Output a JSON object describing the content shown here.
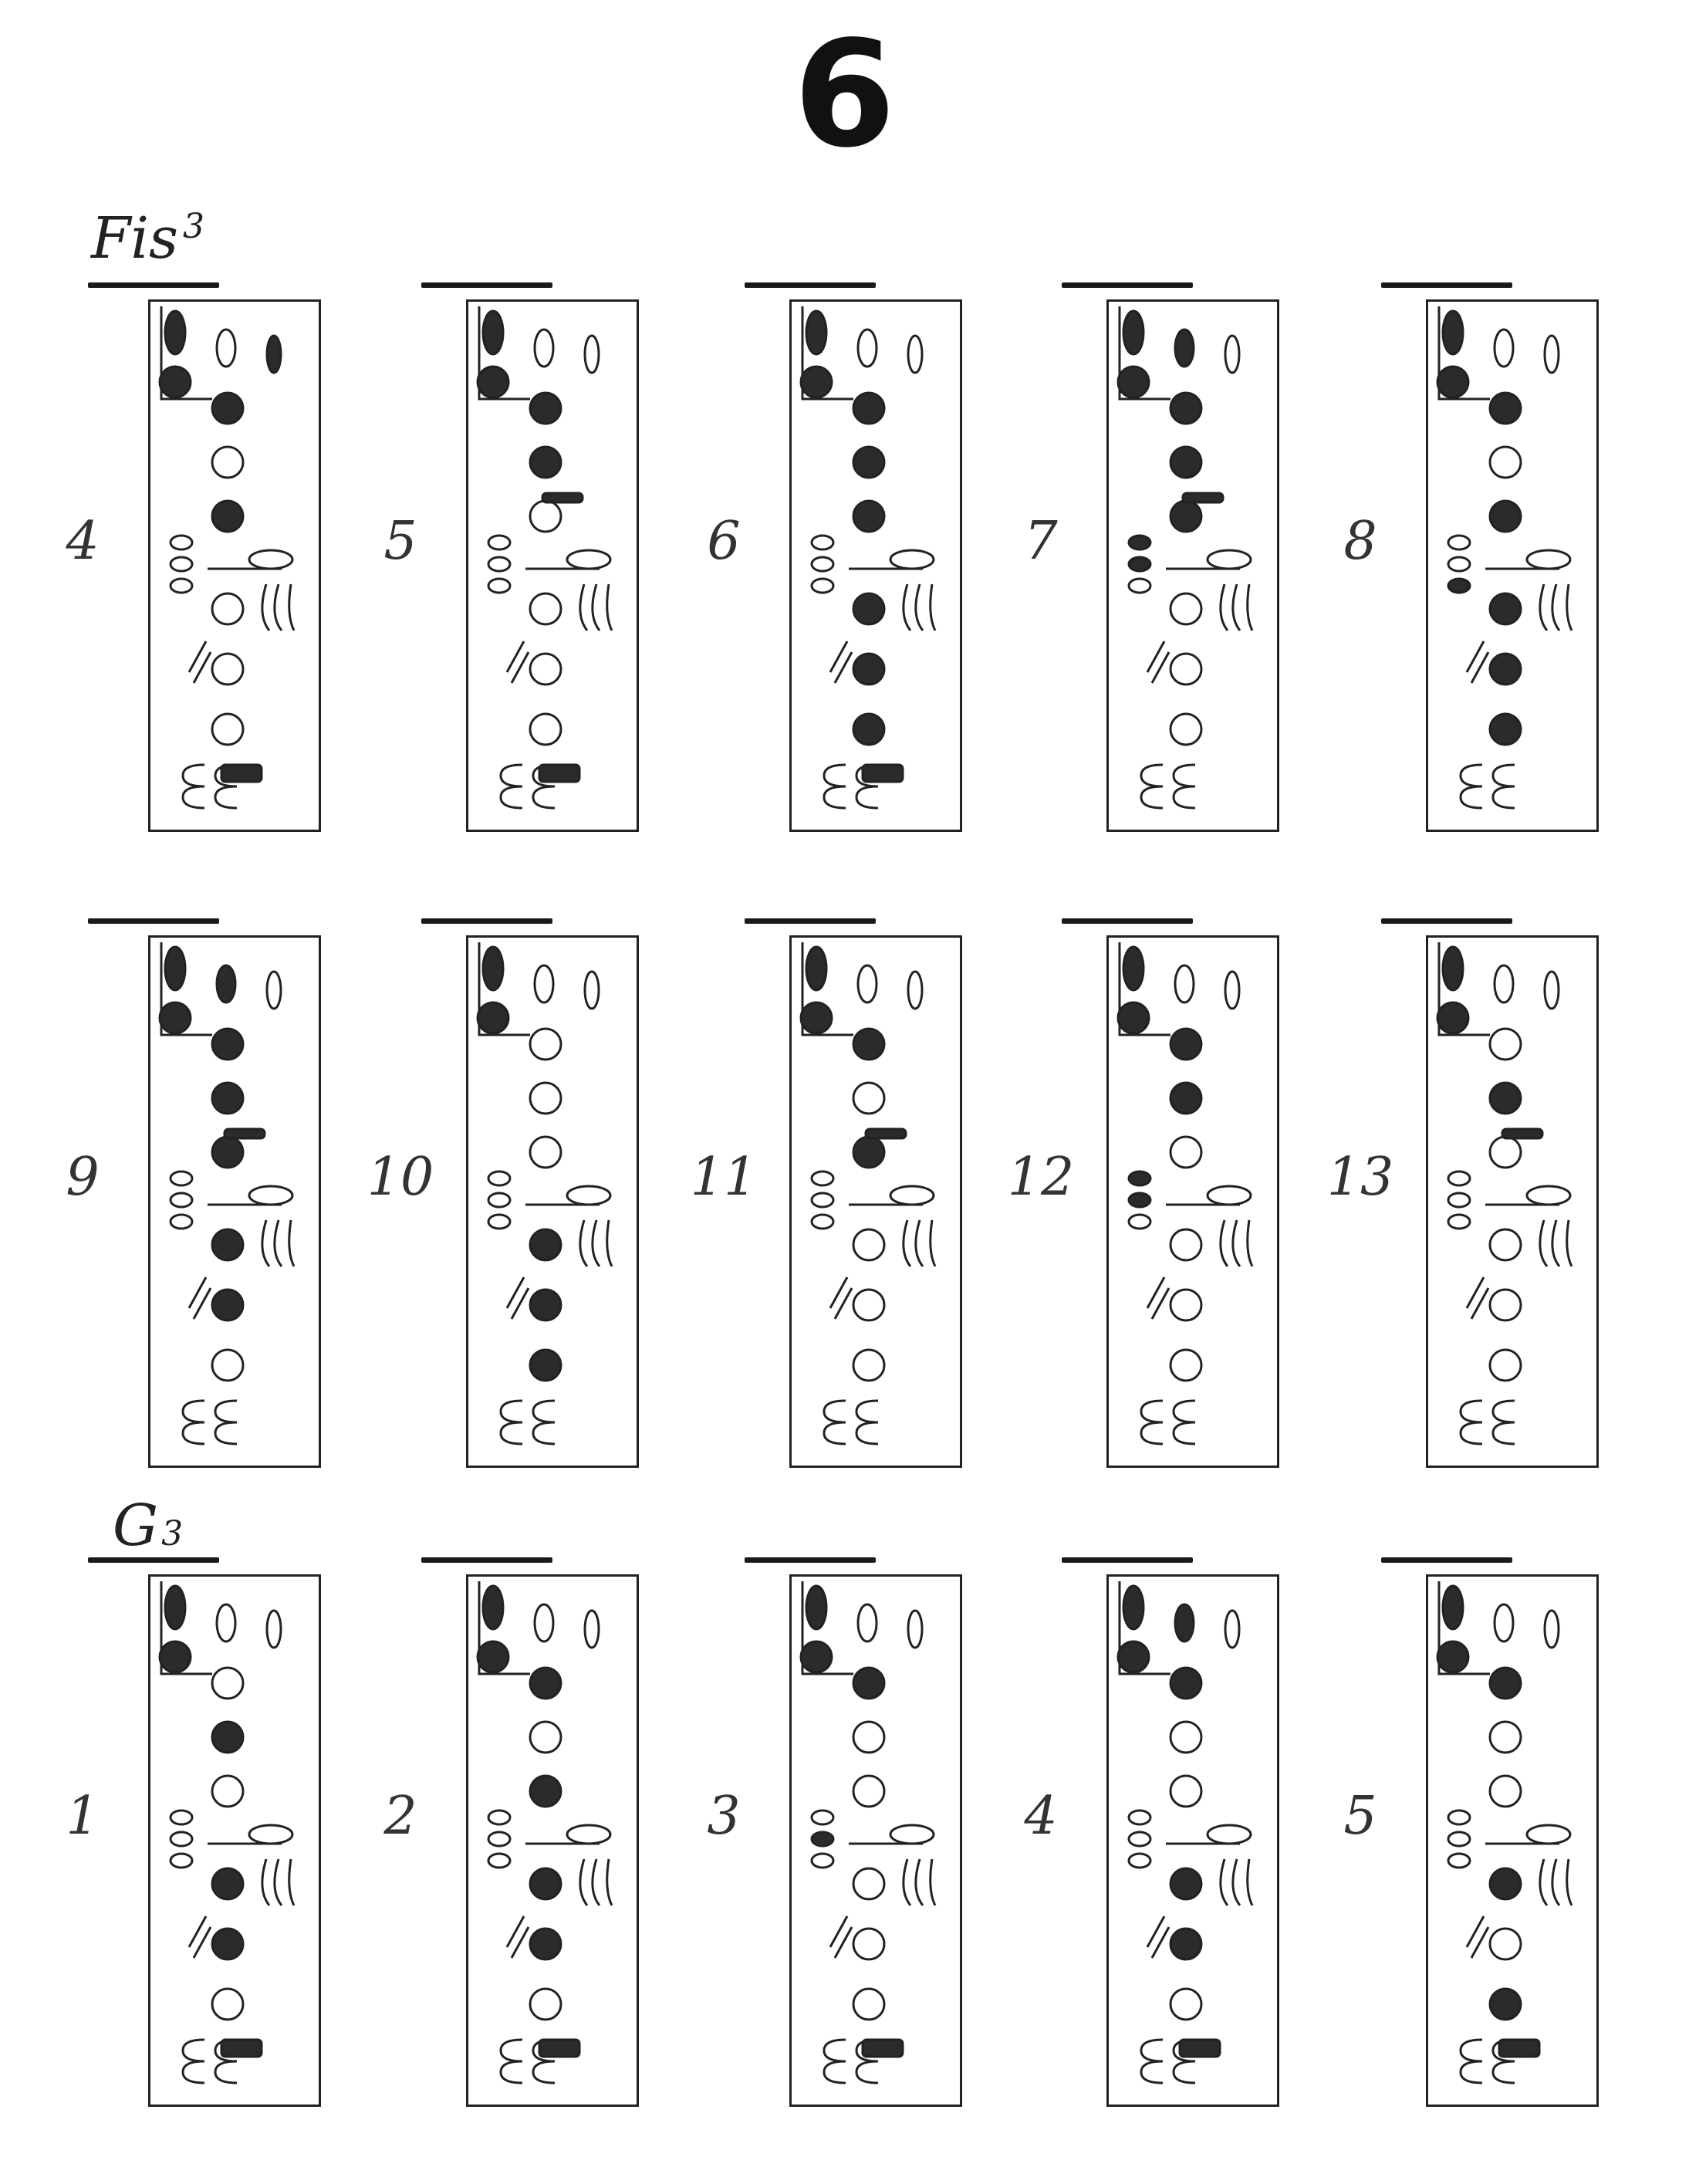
{
  "page_number": "6",
  "groups": [
    {
      "label": "Fis",
      "label_suffix": "3",
      "suffix_style": "sup",
      "rows": [
        [
          {
            "number": "4",
            "fill": [
              1,
              1,
              0,
              1,
              1,
              0,
              1,
              0,
              0,
              0,
              0,
              0,
              0,
              0,
              0,
              0,
              0,
              0,
              0,
              0,
              1
            ]
          },
          {
            "number": "5",
            "fill": [
              1,
              1,
              0,
              0,
              1,
              1,
              0,
              1,
              0,
              0,
              0,
              0,
              0,
              0,
              0,
              0,
              0,
              0,
              0,
              0,
              1
            ]
          },
          {
            "number": "6",
            "fill": [
              1,
              1,
              0,
              0,
              1,
              1,
              1,
              0,
              0,
              0,
              0,
              1,
              0,
              1,
              0,
              1,
              0,
              0,
              0,
              0,
              1
            ]
          },
          {
            "number": "7",
            "fill": [
              1,
              1,
              1,
              0,
              1,
              1,
              1,
              1,
              1,
              1,
              0,
              0,
              0,
              0,
              0,
              0,
              0,
              0,
              0,
              0,
              0
            ]
          },
          {
            "number": "8",
            "fill": [
              1,
              1,
              0,
              0,
              1,
              0,
              1,
              0,
              0,
              0,
              1,
              1,
              0,
              1,
              0,
              1,
              0,
              0,
              0,
              0,
              0
            ]
          }
        ],
        [
          {
            "number": "9",
            "fill": [
              1,
              1,
              1,
              0,
              1,
              1,
              1,
              1,
              0,
              0,
              0,
              1,
              0,
              1,
              0,
              0,
              0,
              0,
              0,
              0,
              0
            ]
          },
          {
            "number": "10",
            "fill": [
              1,
              1,
              0,
              0,
              0,
              0,
              0,
              0,
              0,
              0,
              0,
              1,
              0,
              1,
              0,
              1,
              0,
              0,
              0,
              0,
              0
            ]
          },
          {
            "number": "11",
            "fill": [
              1,
              1,
              0,
              0,
              1,
              0,
              1,
              1,
              0,
              0,
              0,
              0,
              0,
              0,
              0,
              0,
              0,
              0,
              0,
              0,
              0
            ]
          },
          {
            "number": "12",
            "fill": [
              1,
              1,
              0,
              0,
              1,
              1,
              0,
              0,
              1,
              1,
              0,
              0,
              0,
              0,
              0,
              0,
              0,
              0,
              0,
              0,
              0
            ]
          },
          {
            "number": "13",
            "fill": [
              1,
              1,
              0,
              0,
              0,
              1,
              0,
              1,
              0,
              0,
              0,
              0,
              0,
              0,
              0,
              0,
              0,
              0,
              0,
              0,
              0
            ]
          }
        ]
      ]
    },
    {
      "label": "G",
      "label_suffix": "3",
      "suffix_style": "sub",
      "rows": [
        [
          {
            "number": "1",
            "fill": [
              1,
              1,
              0,
              0,
              0,
              1,
              0,
              0,
              0,
              0,
              0,
              1,
              0,
              1,
              0,
              0,
              0,
              0,
              0,
              0,
              1
            ]
          },
          {
            "number": "2",
            "fill": [
              1,
              1,
              0,
              0,
              1,
              0,
              1,
              0,
              0,
              0,
              0,
              1,
              0,
              1,
              0,
              0,
              0,
              0,
              0,
              0,
              1
            ]
          },
          {
            "number": "3",
            "fill": [
              1,
              1,
              0,
              0,
              1,
              0,
              0,
              0,
              0,
              1,
              0,
              0,
              0,
              0,
              0,
              0,
              0,
              0,
              0,
              0,
              1
            ]
          },
          {
            "number": "4",
            "fill": [
              1,
              1,
              1,
              0,
              1,
              0,
              0,
              0,
              0,
              0,
              0,
              1,
              0,
              1,
              0,
              0,
              0,
              0,
              0,
              0,
              1
            ]
          },
          {
            "number": "5",
            "fill": [
              1,
              1,
              0,
              0,
              1,
              0,
              0,
              0,
              0,
              0,
              0,
              1,
              0,
              0,
              0,
              1,
              0,
              0,
              0,
              0,
              1
            ]
          }
        ]
      ]
    }
  ]
}
